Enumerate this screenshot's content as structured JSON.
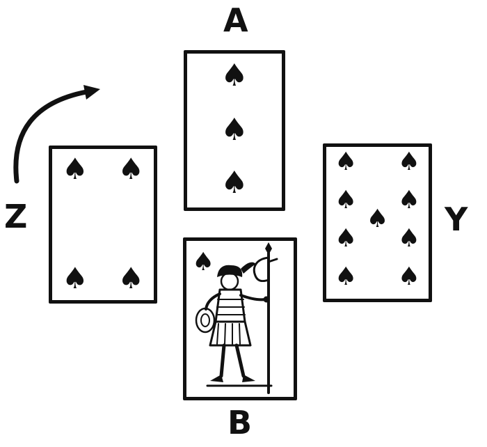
{
  "labels": {
    "top": "A",
    "bottom": "B",
    "left": "Z",
    "right": "Y"
  },
  "suit_symbol": "♠",
  "cards": {
    "top": {
      "id": "three-of-spades",
      "pip_count": 3
    },
    "left": {
      "id": "four-of-spades",
      "pip_count": 4
    },
    "right": {
      "id": "nine-of-spades",
      "pip_count": 9
    },
    "bottom": {
      "id": "jack-of-spades",
      "figure": "jack-with-halberd"
    }
  },
  "icons": {
    "arrow": "curved-arrow-up-right"
  },
  "colors": {
    "ink": "#111111",
    "background": "#ffffff"
  }
}
